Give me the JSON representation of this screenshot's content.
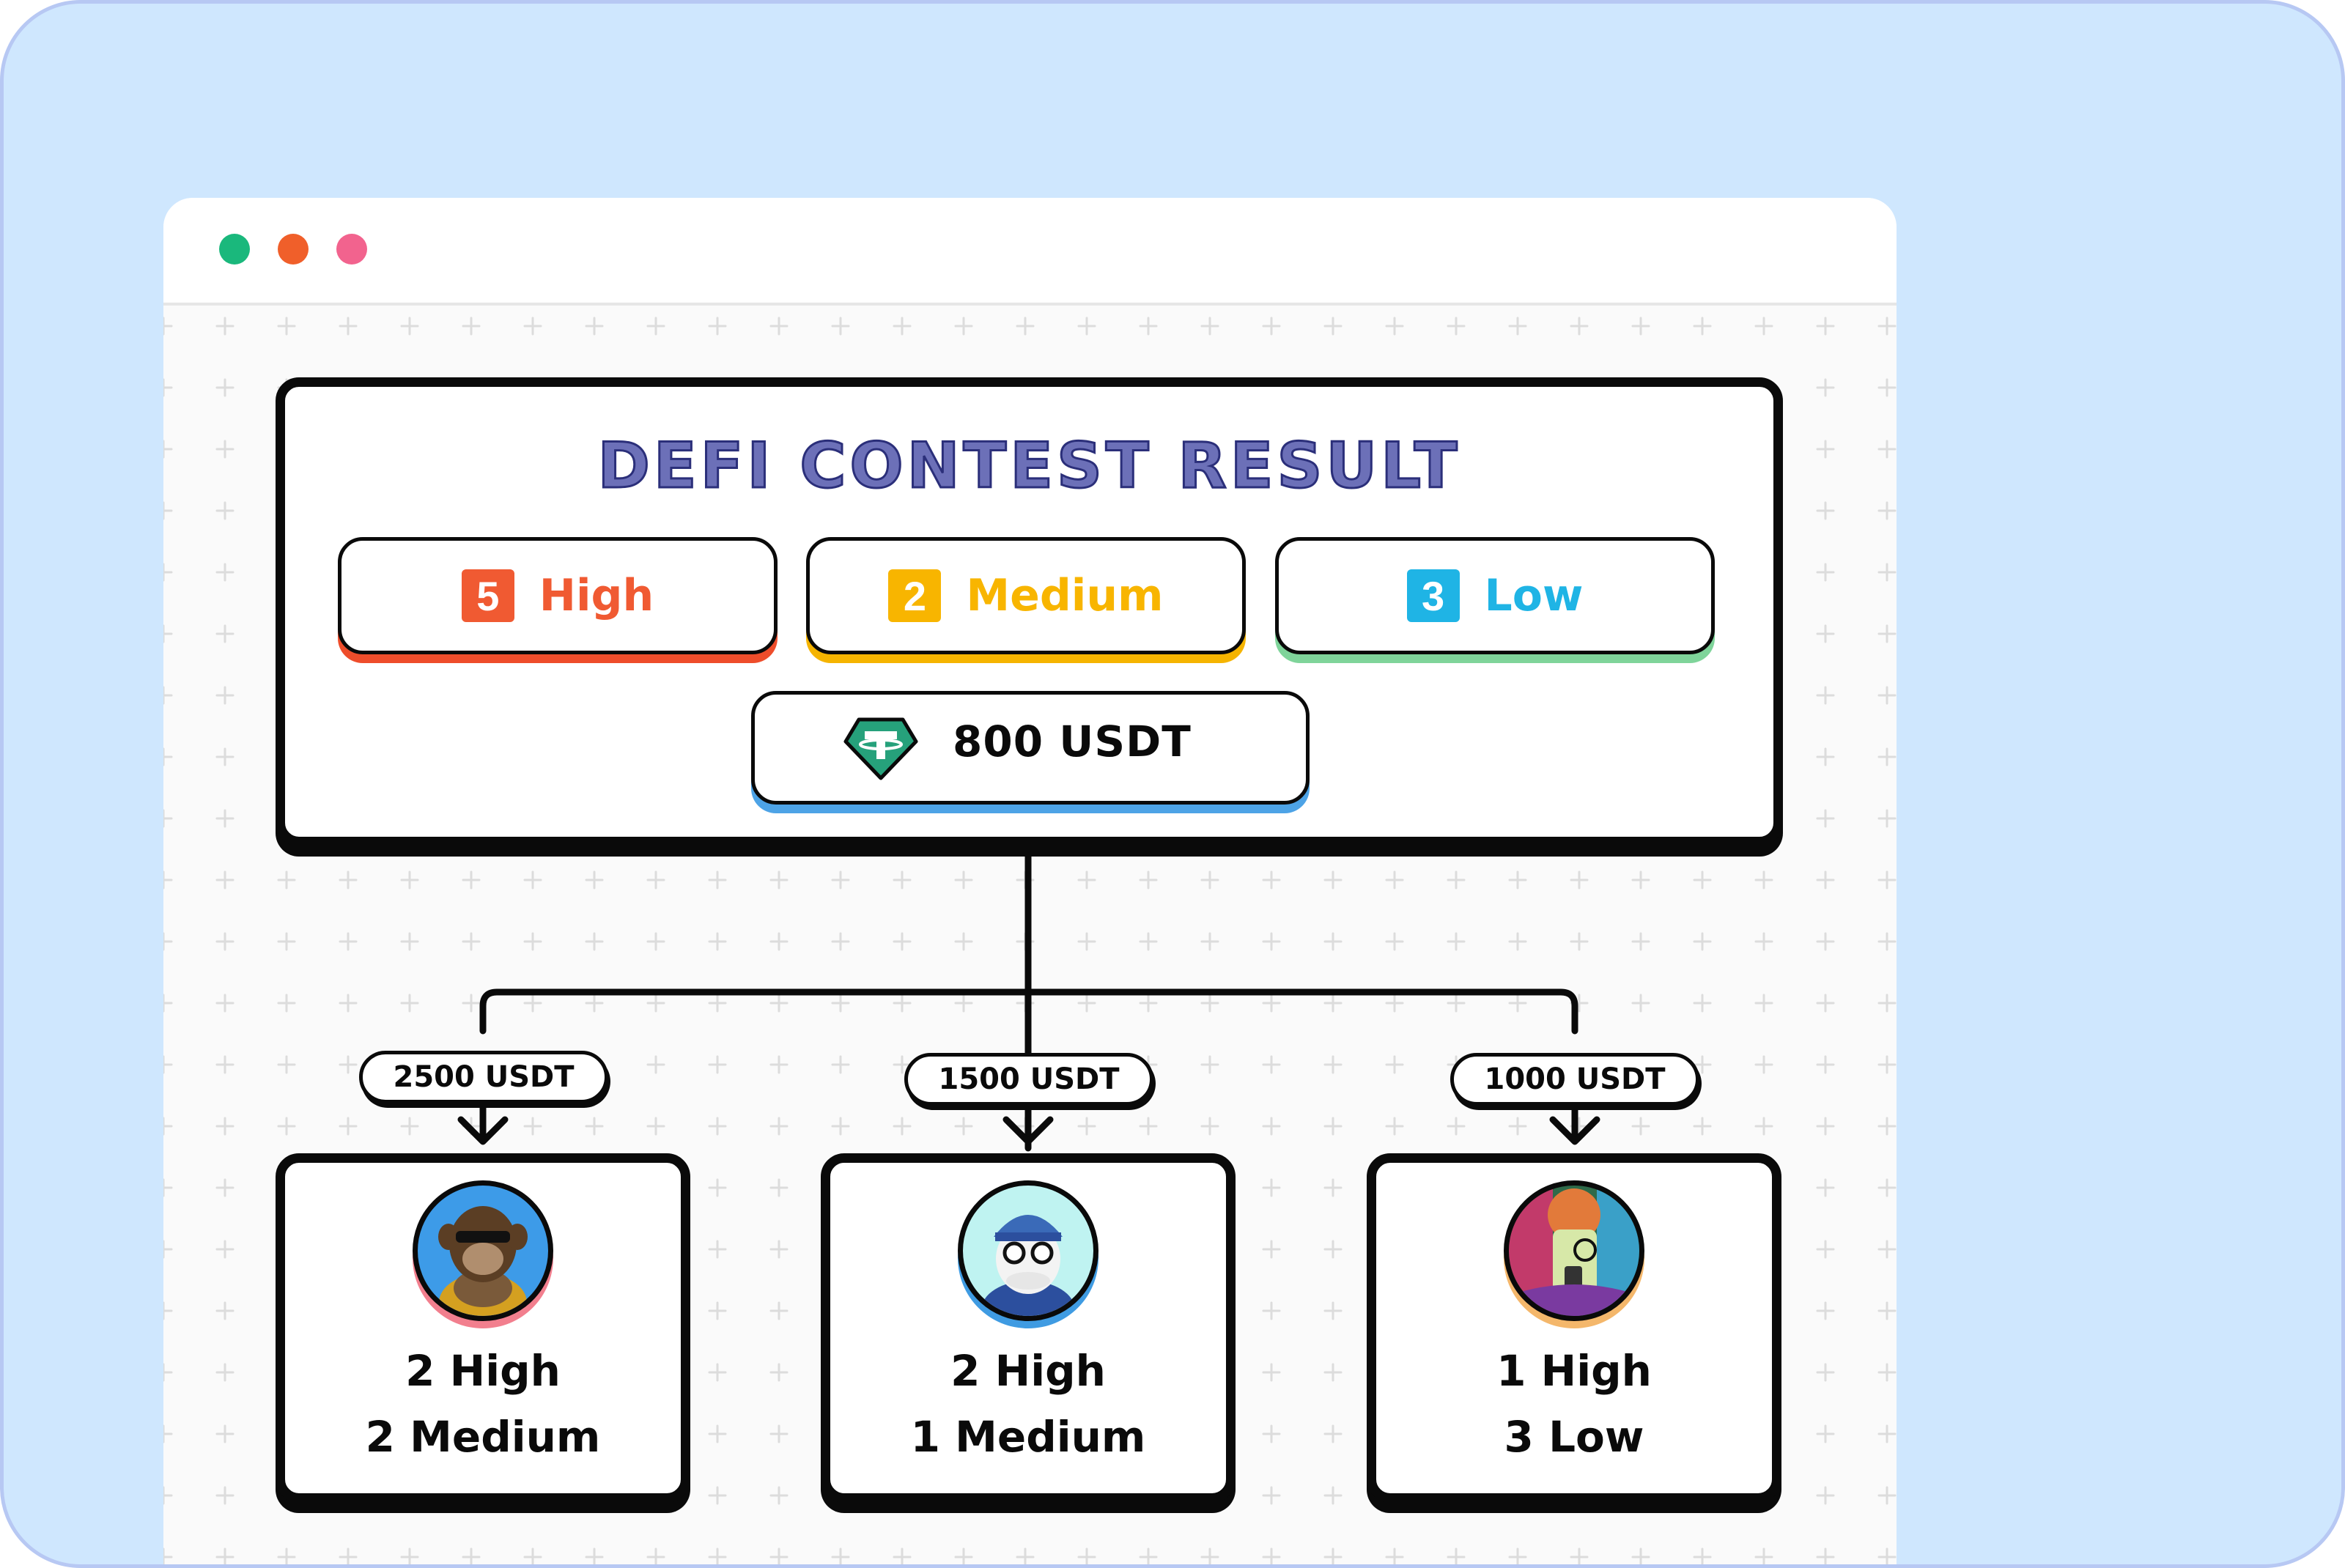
{
  "window": {
    "controls": [
      {
        "name": "green-dot",
        "color": "#1ab87c"
      },
      {
        "name": "orange-dot",
        "color": "#f05f2a"
      },
      {
        "name": "pink-dot",
        "color": "#f2638e"
      }
    ]
  },
  "contest": {
    "title": "DEFI CONTEST RESULT",
    "severities": [
      {
        "count": "5",
        "label": "High",
        "color": "#f05a32",
        "underline": "#ee4d2b"
      },
      {
        "count": "2",
        "label": "Medium",
        "color": "#f8b500",
        "underline": "#f5b400"
      },
      {
        "count": "3",
        "label": "Low",
        "color": "#1fb4e5",
        "underline": "#7fd49a"
      }
    ],
    "prize": {
      "amount": "800  USDT",
      "icon": "tether-icon",
      "underline": "#4da3e6"
    }
  },
  "winners": [
    {
      "reward": "2500 USDT",
      "line1": "2 High",
      "line2": "2 Medium",
      "avatar": "ape-avatar-icon",
      "ring": "#f27f8e"
    },
    {
      "reward": "1500 USDT",
      "line1": "2 High",
      "line2": "1 Medium",
      "avatar": "beanie-avatar-icon",
      "ring": "#3f9be2"
    },
    {
      "reward": "1000 USDT",
      "line1": "1 High",
      "line2": "3 Low",
      "avatar": "art-avatar-icon",
      "ring": "#f4b76b"
    }
  ]
}
